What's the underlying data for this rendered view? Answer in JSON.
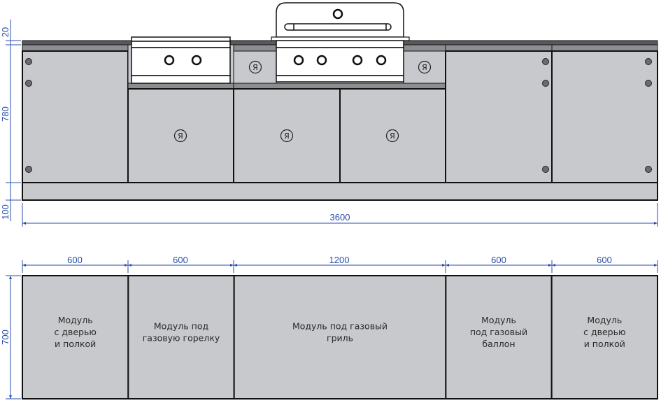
{
  "title": "Outdoor kitchen module layout",
  "colors": {
    "dimension": "#2a4fa8",
    "panel": "#c8c9cd",
    "panel_dark": "#8c8d90",
    "countertop": "#58595b",
    "outline": "#111111",
    "grill": "#ffffff",
    "hinge": "#6b6c6f"
  },
  "front_view": {
    "dimensions": {
      "countertop_thickness": "20",
      "cabinet_height": "780",
      "plinth_height": "100",
      "total_width": "3600"
    },
    "logo_glyph": "Я",
    "doors": [
      {
        "name": "left-door",
        "hinges": 3,
        "hinge_side": "left"
      },
      {
        "name": "burner-door",
        "hinges": 0,
        "logo": true
      },
      {
        "name": "grill-door-left",
        "hinges": 0,
        "logo": true
      },
      {
        "name": "grill-door-right",
        "hinges": 0,
        "logo": true
      },
      {
        "name": "cylinder-door",
        "hinges": 3,
        "hinge_side": "right"
      },
      {
        "name": "right-door",
        "hinges": 3,
        "hinge_side": "right"
      }
    ],
    "burner": {
      "knobs": 2
    },
    "grill": {
      "knobs": 4,
      "lid_knob": 1
    }
  },
  "plan_view": {
    "depth": "700",
    "modules": [
      {
        "width": "600",
        "label_lines": [
          "Модуль",
          "с дверью",
          "и полкой"
        ]
      },
      {
        "width": "600",
        "label_lines": [
          "Модуль под",
          "газовую горелку"
        ]
      },
      {
        "width": "1200",
        "label_lines": [
          "Модуль под газовый",
          "гриль"
        ]
      },
      {
        "width": "600",
        "label_lines": [
          "Модуль",
          "под газовый",
          "баллон"
        ]
      },
      {
        "width": "600",
        "label_lines": [
          "Модуль",
          "с дверью",
          "и полкой"
        ]
      }
    ]
  }
}
